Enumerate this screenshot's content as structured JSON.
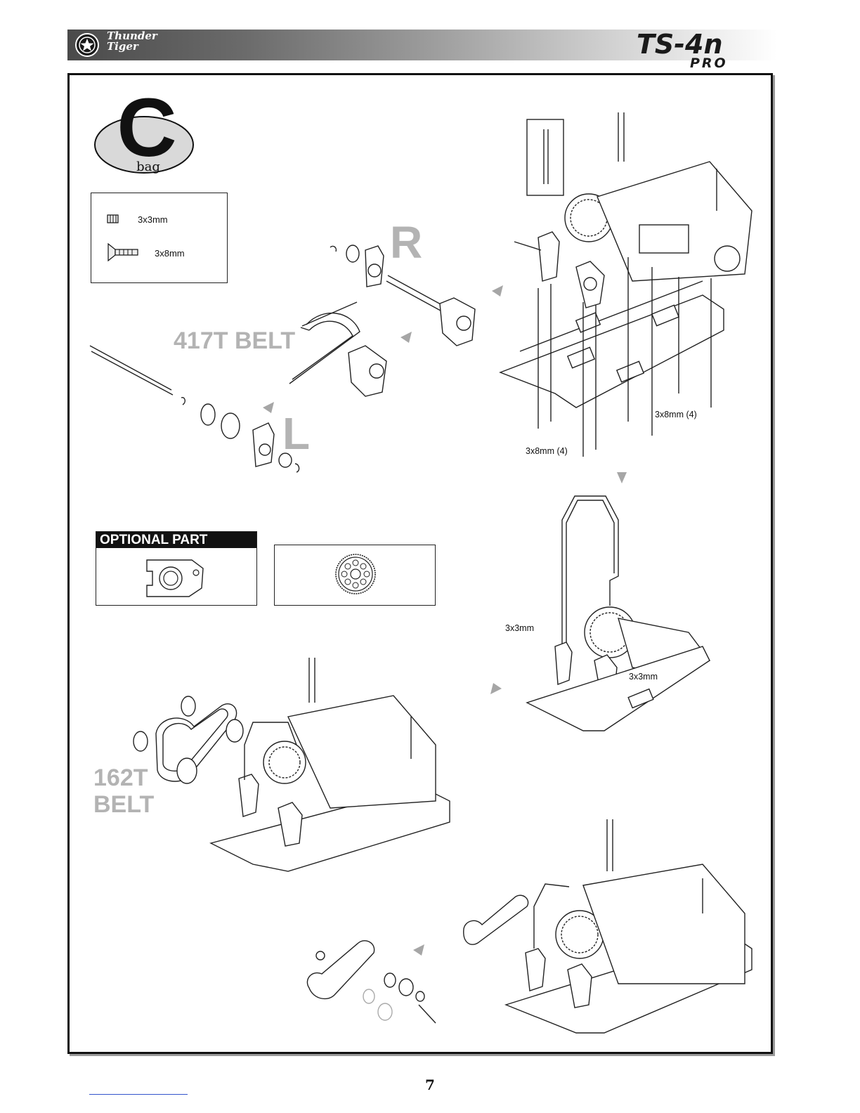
{
  "header": {
    "brand_line1": "Thunder",
    "brand_line2": "Tiger",
    "model_line1": "TS-4n",
    "model_line2": "PRO"
  },
  "step": {
    "bag_letter": "C",
    "bag_word": "bag"
  },
  "hardware": [
    {
      "label": "3x3mm",
      "icon": "set-screw-icon"
    },
    {
      "label": "3x8mm",
      "icon": "countersunk-screw-icon"
    }
  ],
  "labels": {
    "belt_417": "417T BELT",
    "belt_162_line1": "162T",
    "belt_162_line2": "BELT",
    "side_r": "R",
    "side_l": "L",
    "screw_3x8_left": "3x8mm (4)",
    "screw_3x8_right": "3x8mm (4)",
    "screw_3x3_top": "3x3mm",
    "screw_3x3_bottom": "3x3mm"
  },
  "optional": {
    "header": "OPTIONAL PART",
    "items": [
      {
        "icon": "bearing-holder-icon"
      },
      {
        "icon": "spur-gear-icon"
      }
    ]
  },
  "page": {
    "number": "7"
  }
}
